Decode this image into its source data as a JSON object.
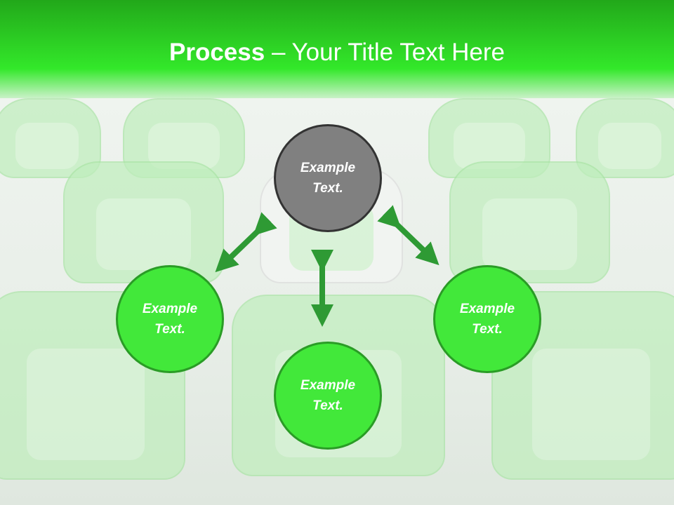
{
  "title": {
    "bold": "Process",
    "rest": " – Your Title Text Here"
  },
  "nodes": [
    {
      "line1": "Example",
      "line2": "Text."
    },
    {
      "line1": "Example",
      "line2": "Text."
    },
    {
      "line1": "Example",
      "line2": "Text."
    },
    {
      "line1": "Example",
      "line2": "Text."
    }
  ],
  "colors": {
    "accent": "#42e83a",
    "arrow": "#2e9a34",
    "top_node": "#808080"
  }
}
